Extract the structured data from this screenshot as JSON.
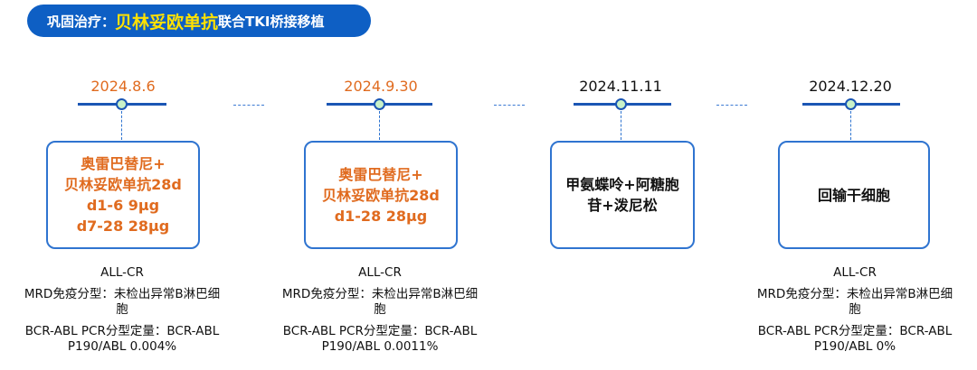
{
  "header": {
    "prefix": "巩固治疗：",
    "highlight": "贝林妥欧单抗",
    "suffix": "联合TKI桥接移植"
  },
  "stages": [
    {
      "date": "2024.8.6",
      "treatment": [
        "奥雷巴替尼+",
        "贝林妥欧单抗28d",
        "d1-6 9μg",
        "d7-28 28μg"
      ],
      "results": [
        "ALL-CR",
        "MRD免疫分型：未检出异常B淋巴细",
        "胞",
        "BCR-ABL PCR分型定量：BCR-ABL",
        "P190/ABL  0.004%"
      ]
    },
    {
      "date": "2024.9.30",
      "treatment": [
        "奥雷巴替尼+",
        "贝林妥欧单抗28d",
        "d1-28 28μg"
      ],
      "results": [
        "ALL-CR",
        "MRD免疫分型：未检出异常B淋巴细",
        "胞",
        "BCR-ABL PCR分型定量：BCR-ABL",
        "P190/ABL  0.0011%"
      ]
    },
    {
      "date": "2024.11.11",
      "treatment": [
        "甲氨蝶呤+阿糖胞",
        "苷+泼尼松"
      ],
      "results": []
    },
    {
      "date": "2024.12.20",
      "treatment": [
        "回输干细胞"
      ],
      "results": [
        "ALL-CR",
        "MRD免疫分型：未检出异常B淋巴细",
        "胞",
        "BCR-ABL PCR分型定量：BCR-ABL",
        "P190/ABL  0%"
      ]
    }
  ],
  "colors": {
    "accent": "#0e5fc4",
    "highlight": "#ffe100",
    "orange": "#e06b1f",
    "line": "#1b56b4",
    "dot": "#c9f2c9"
  }
}
